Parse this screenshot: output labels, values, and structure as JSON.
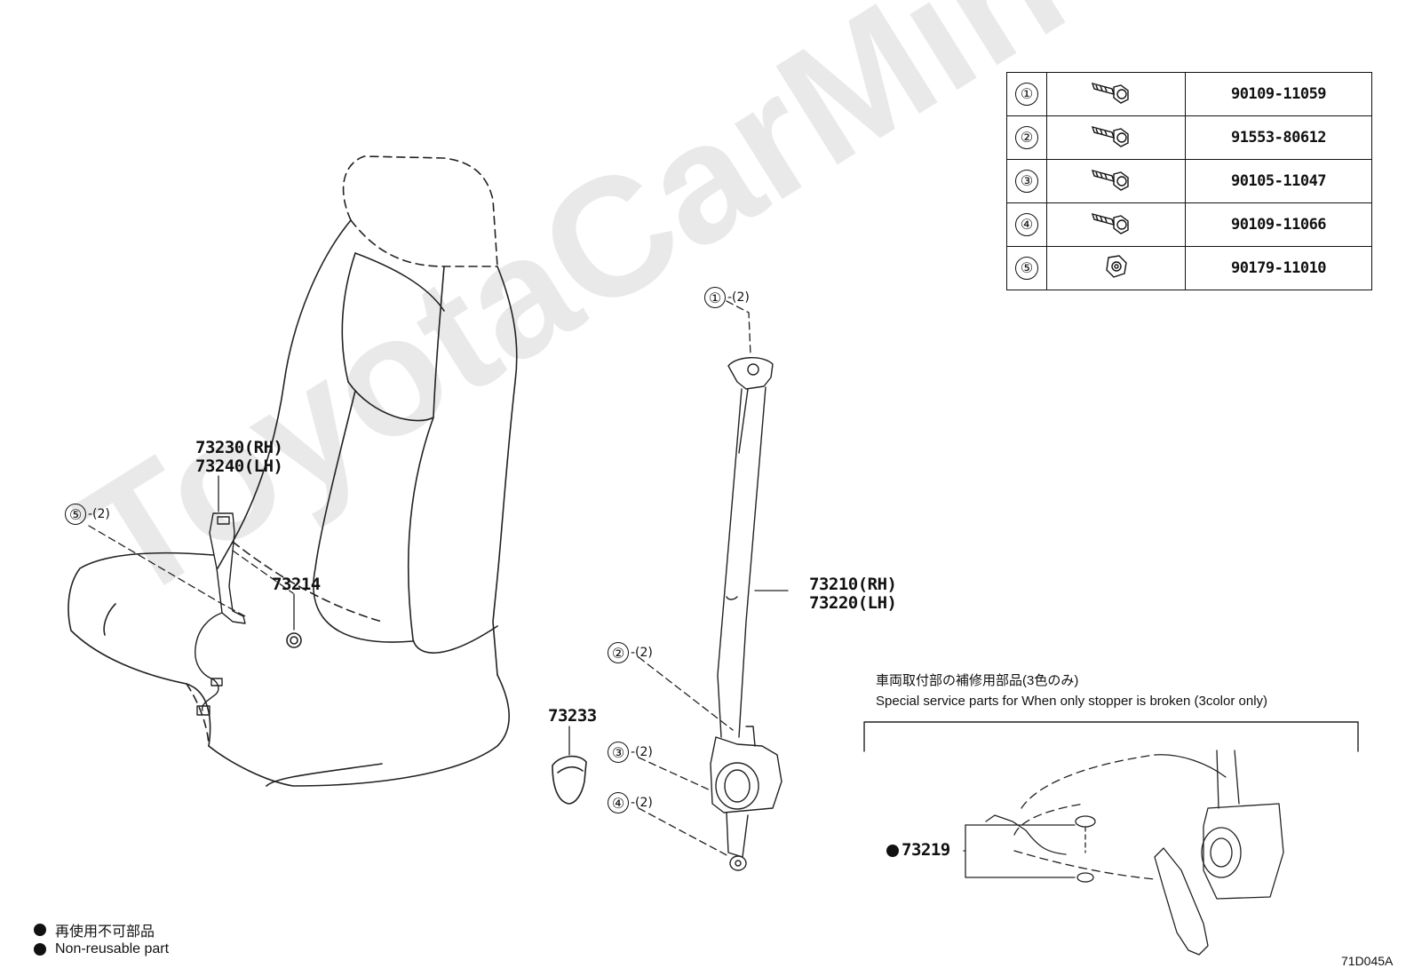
{
  "watermark": "ToyotaCarMiner.ru",
  "parts_table": [
    {
      "ref": "①",
      "part_no": "90109-11059",
      "icon": "bolt-icon"
    },
    {
      "ref": "②",
      "part_no": "91553-80612",
      "icon": "bolt-icon"
    },
    {
      "ref": "③",
      "part_no": "90105-11047",
      "icon": "bolt-icon"
    },
    {
      "ref": "④",
      "part_no": "90109-11066",
      "icon": "bolt-icon"
    },
    {
      "ref": "⑤",
      "part_no": "90179-11010",
      "icon": "nut-icon"
    }
  ],
  "labels": {
    "buckle_rh": "73230(RH)",
    "buckle_lh": "73240(LH)",
    "cap": "73214",
    "belt_rh": "73210(RH)",
    "belt_lh": "73220(LH)",
    "cover": "73233",
    "stopper": "73219"
  },
  "callouts": [
    {
      "ref": "①",
      "qty": "-(2)"
    },
    {
      "ref": "②",
      "qty": "-(2)"
    },
    {
      "ref": "③",
      "qty": "-(2)"
    },
    {
      "ref": "④",
      "qty": "-(2)"
    },
    {
      "ref": "⑤",
      "qty": "-(2)"
    }
  ],
  "service_note": {
    "jp": "車両取付部の補修用部品(3色のみ)",
    "en": "Special service parts for When only stopper is broken (3color only)"
  },
  "legend": {
    "jp": "再使用不可部品",
    "en": "Non-reusable part"
  },
  "figure_code": "71D045A"
}
